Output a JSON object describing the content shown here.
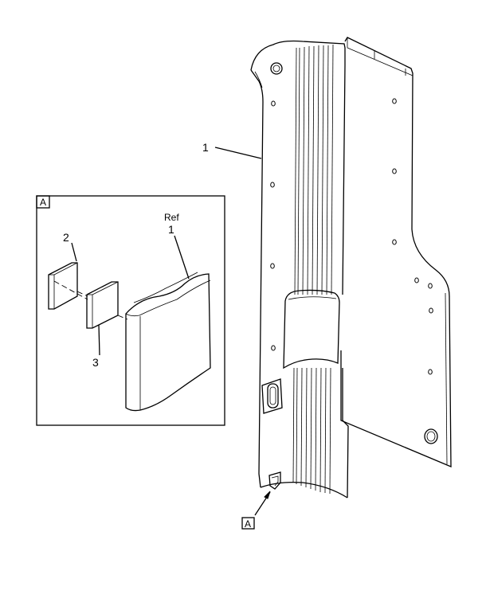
{
  "callouts": {
    "part_1": "1",
    "part_2": "2",
    "part_3": "3",
    "ref_word": "Ref",
    "ref_number": "1"
  },
  "detail": {
    "frame_label": "A",
    "view_marker": "A"
  }
}
